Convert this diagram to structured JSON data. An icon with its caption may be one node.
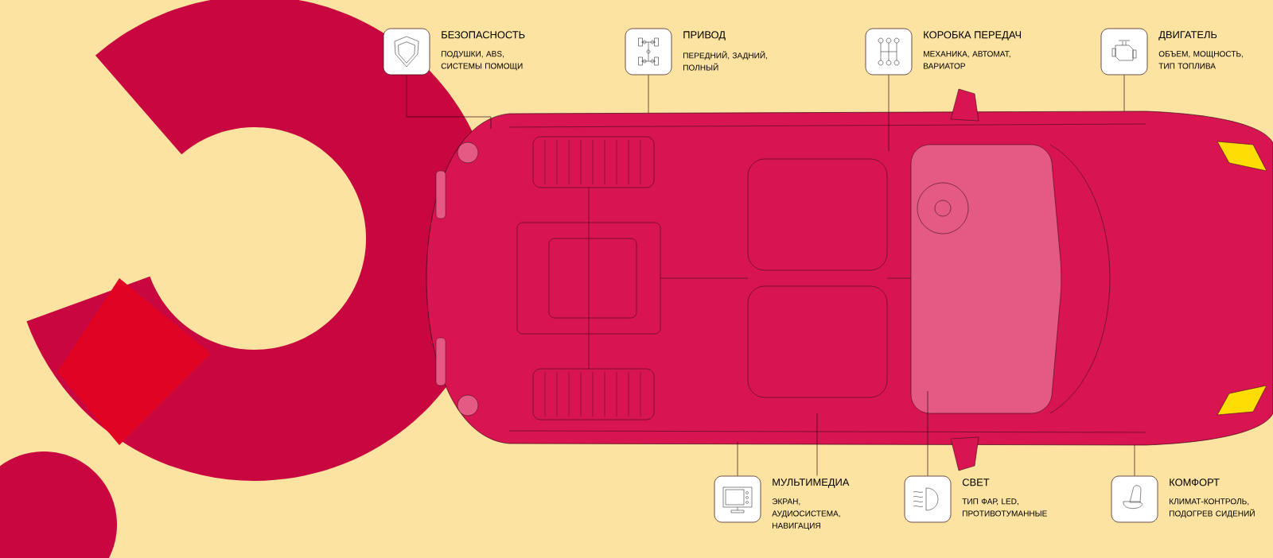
{
  "diagram": {
    "nodes": [
      {
        "text": [
          "БЕЗОПАСНОСТЬ",
          "ПОДУШКИ, ABS, СИСТЕМЫ ПОМОЩИ"
        ]
      },
      {
        "text": [
          "ПРИВОД",
          "ПЕРЕДНИЙ, ЗАДНИЙ, ПОЛНЫЙ"
        ]
      },
      {
        "text": [
          "КОРОБКА ПЕРЕДАЧ",
          "МЕХАНИКА, АВТОМАТ, ВАРИАТОР"
        ]
      },
      {
        "text": [
          "ДВИГАТЕЛЬ",
          "ОБЪЕМ, МОЩНОСТЬ, ТИП ТОПЛИВА"
        ]
      },
      {
        "text": [
          "МУЛЬТИМЕДИА",
          "ЭКРАН, АУДИОСИСТЕМА, НАВИГАЦИЯ"
        ]
      },
      {
        "text": [
          "СВЕТ",
          "ТИП ФАР, LED, ПРОТИВОТУМАННЫЕ"
        ]
      },
      {
        "text": [
          "КОМФОРТ",
          "КЛИМАТ-КОНТРОЛЬ, ПОДОГРЕВ СИДЕНИЙ"
        ]
      }
    ],
    "edges": [
      {
        "from": 0,
        "to": null,
        "arrow": "none"
      },
      {
        "from": 1,
        "to": null,
        "arrow": "none"
      },
      {
        "from": 2,
        "to": null,
        "arrow": "none"
      },
      {
        "from": 3,
        "to": null,
        "arrow": "none"
      },
      {
        "from": 4,
        "to": null,
        "arrow": "none"
      },
      {
        "from": 4,
        "to": null,
        "arrow": "none"
      },
      {
        "from": 5,
        "to": null,
        "arrow": "none"
      },
      {
        "from": 6,
        "to": null,
        "arrow": "none"
      }
    ]
  }
}
